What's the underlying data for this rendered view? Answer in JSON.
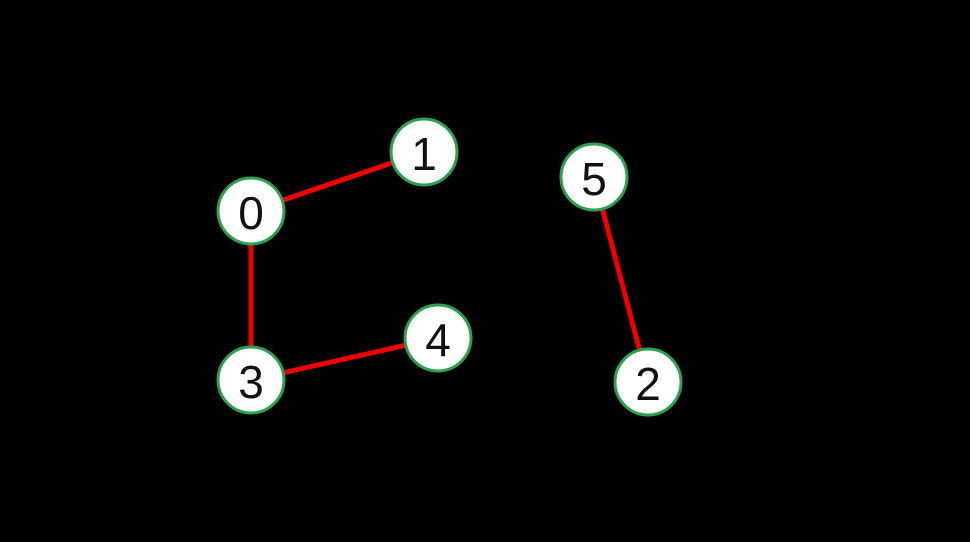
{
  "graph": {
    "colors": {
      "background": "#000000",
      "edge": "#ee0000",
      "node_fill": "#ffffff",
      "node_stroke": "#2e9e4f",
      "label": "#111111"
    },
    "nodes": [
      {
        "id": "0",
        "label": "0"
      },
      {
        "id": "1",
        "label": "1"
      },
      {
        "id": "2",
        "label": "2"
      },
      {
        "id": "3",
        "label": "3"
      },
      {
        "id": "4",
        "label": "4"
      },
      {
        "id": "5",
        "label": "5"
      }
    ],
    "edges": [
      {
        "from": "0",
        "to": "1"
      },
      {
        "from": "0",
        "to": "3"
      },
      {
        "from": "3",
        "to": "4"
      },
      {
        "from": "5",
        "to": "2"
      }
    ]
  }
}
